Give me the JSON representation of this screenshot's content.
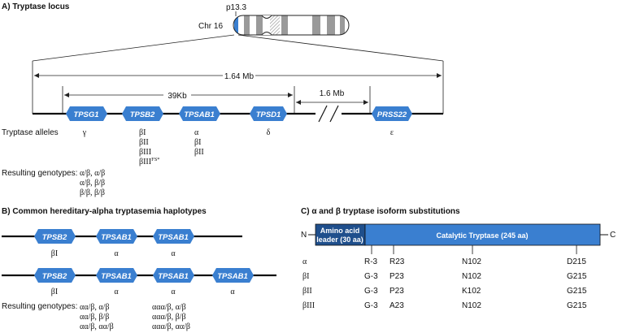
{
  "colors": {
    "gene": "#3a7fd0",
    "leader": "#1f4f8c",
    "catalytic": "#3a7fd0",
    "band": "#9a9a9a",
    "centromere": "#2e6fc4"
  },
  "panel_a": {
    "title": "A) Tryptase locus",
    "chromosome": "Chr 16",
    "band": "p13.3",
    "span_total": "1.64 Mb",
    "span_39kb": "39Kb",
    "span_gap": "1.6 Mb",
    "genes": [
      {
        "name": "TPSG1",
        "alleles": [
          "γ"
        ]
      },
      {
        "name": "TPSB2",
        "alleles": [
          "βI",
          "βII",
          "βIII",
          "βIII"
        ],
        "allele_sup": "FS*"
      },
      {
        "name": "TPSAB1",
        "alleles": [
          "α",
          "βI",
          "βII"
        ]
      },
      {
        "name": "TPSD1",
        "alleles": [
          "δ"
        ]
      },
      {
        "name": "PRSS22",
        "alleles": [
          "ε"
        ]
      }
    ],
    "alleles_label": "Tryptase alleles",
    "genotypes_label": "Resulting genotypes:",
    "genotypes": [
      "α/β, α/β",
      "α/β, β/β",
      "β/β, β/β"
    ]
  },
  "panel_b": {
    "title": "B) Common hereditary-alpha tryptasemia haplotypes",
    "row1": [
      {
        "name": "TPSB2",
        "allele": "βI"
      },
      {
        "name": "TPSAB1",
        "allele": "α"
      },
      {
        "name": "TPSAB1",
        "allele": "α"
      }
    ],
    "row2": [
      {
        "name": "TPSB2",
        "allele": "βI"
      },
      {
        "name": "TPSAB1",
        "allele": "α"
      },
      {
        "name": "TPSAB1",
        "allele": "α"
      },
      {
        "name": "TPSAB1",
        "allele": "α"
      }
    ],
    "genotypes_label": "Resulting genotypes:",
    "genotypes_col1": [
      "αα/β, α/β",
      "αα/β, β/β",
      "αα/β, αα/β"
    ],
    "genotypes_col2": [
      "ααα/β, α/β",
      "ααα/β, β/β",
      "ααα/β, αα/β"
    ]
  },
  "panel_c": {
    "title": "C) α and β tryptase isoform substitutions",
    "n_term": "N",
    "c_term": "C",
    "leader_line1": "Amino acid",
    "leader_line2": "leader (30 aa)",
    "catalytic": "Catalytic Tryptase  (245 aa)",
    "rows": [
      {
        "isoform": "α",
        "values": [
          "R-3",
          "R23",
          "N102",
          "D215"
        ]
      },
      {
        "isoform": "βI",
        "values": [
          "G-3",
          "P23",
          "N102",
          "G215"
        ]
      },
      {
        "isoform": "βII",
        "values": [
          "G-3",
          "P23",
          "K102",
          "G215"
        ]
      },
      {
        "isoform": "βIII",
        "values": [
          "G-3",
          "A23",
          "N102",
          "G215"
        ]
      }
    ]
  }
}
